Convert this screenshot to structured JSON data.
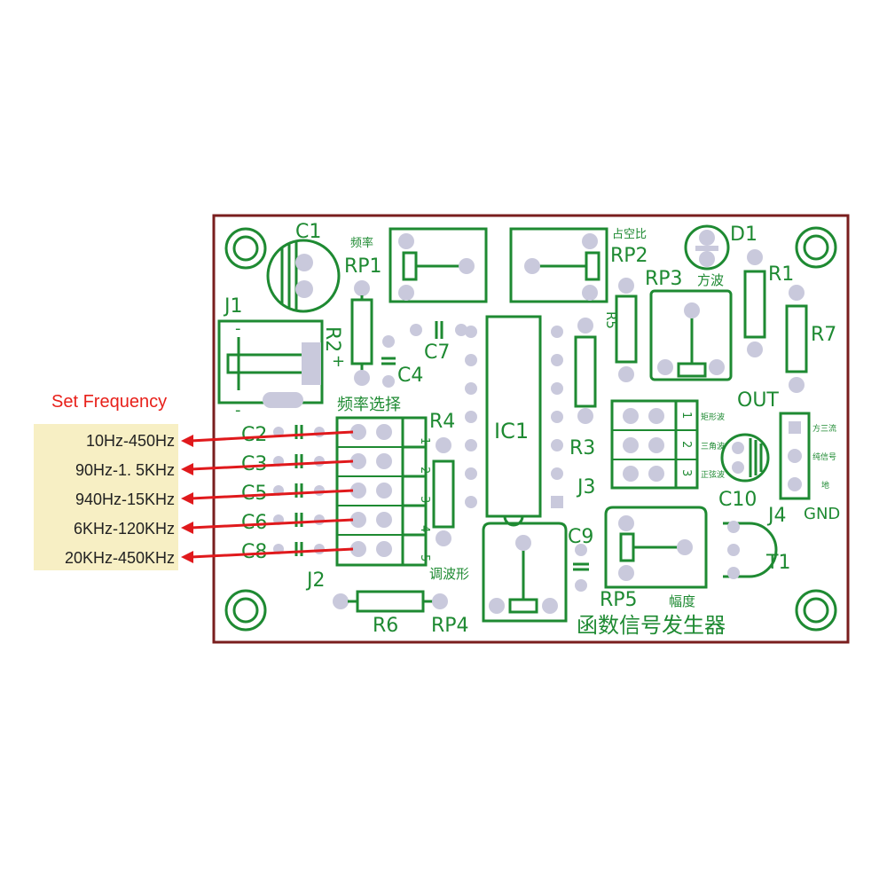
{
  "annotation": {
    "title": "Set Frequency",
    "ranges": [
      "10Hz-450Hz",
      "90Hz-1. 5KHz",
      "940Hz-15KHz",
      "6KHz-120KHz",
      "20KHz-450KHz"
    ],
    "title_color": "#e8201a",
    "arrow_color": "#e0191c",
    "label_bg": "#f7efc4"
  },
  "board": {
    "outline_color": "#7a1e1e",
    "silk_color": "#1e8a32",
    "pad_color": "#c9c9dc",
    "title": "函数信号发生器",
    "components": {
      "C1": "C1",
      "J1": "J1",
      "R2": "R2",
      "RP1": "RP1",
      "RP1_note": "频率",
      "C7": "C7",
      "C4": "C4",
      "R5": "R5",
      "RP2": "RP2",
      "RP2_note": "占空比",
      "D1": "D1",
      "R1": "R1",
      "RP3": "RP3",
      "RP3_note": "方波",
      "R7": "R7",
      "OUT": "OUT",
      "J2_note": "频率选择",
      "R4": "R4",
      "IC1": "IC1",
      "R3": "R3",
      "J3": "J3",
      "C10": "C10",
      "J4": "J4",
      "GND": "GND",
      "C9": "C9",
      "RP5": "RP5",
      "RP5_note": "幅度",
      "T1": "T1",
      "J2": "J2",
      "R6": "R6",
      "RP4": "RP4",
      "RP4_note": "调波形",
      "plus": "+",
      "minus_top": "-",
      "minus_bottom": "-"
    },
    "caps": [
      "C2",
      "C3",
      "C5",
      "C6",
      "C8"
    ],
    "jumper_numbers": [
      "1",
      "2",
      "3",
      "4",
      "5"
    ],
    "j3_numbers": [
      "1",
      "2",
      "3"
    ],
    "j3_notes": [
      "矩形波",
      "三角波",
      "正弦波"
    ],
    "j4_notes": [
      "方三流",
      "纯信号",
      "地"
    ]
  }
}
